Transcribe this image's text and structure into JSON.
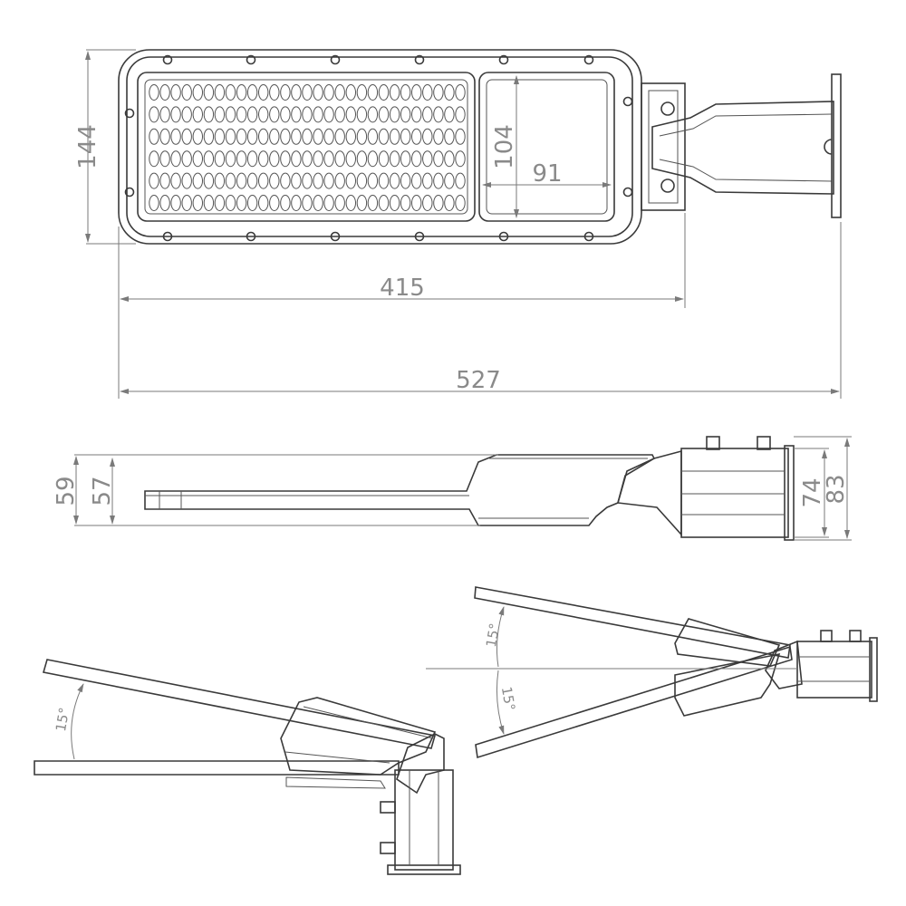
{
  "top_view": {
    "dim_height": "144",
    "dim_module_height": "104",
    "dim_module_width": "91",
    "dim_body_length": "415",
    "dim_total_length": "527"
  },
  "side_view": {
    "dim_total_height": "59",
    "dim_body_height": "57",
    "dim_bracket_inner": "74",
    "dim_bracket_outer": "83"
  },
  "tilt_views": {
    "tilt_left": "15°",
    "tilt_right_up": "15°",
    "tilt_right_down": "15°"
  },
  "colors": {
    "line": "#3a3a3a",
    "dimension": "#8a8a8a",
    "background": "#ffffff"
  }
}
